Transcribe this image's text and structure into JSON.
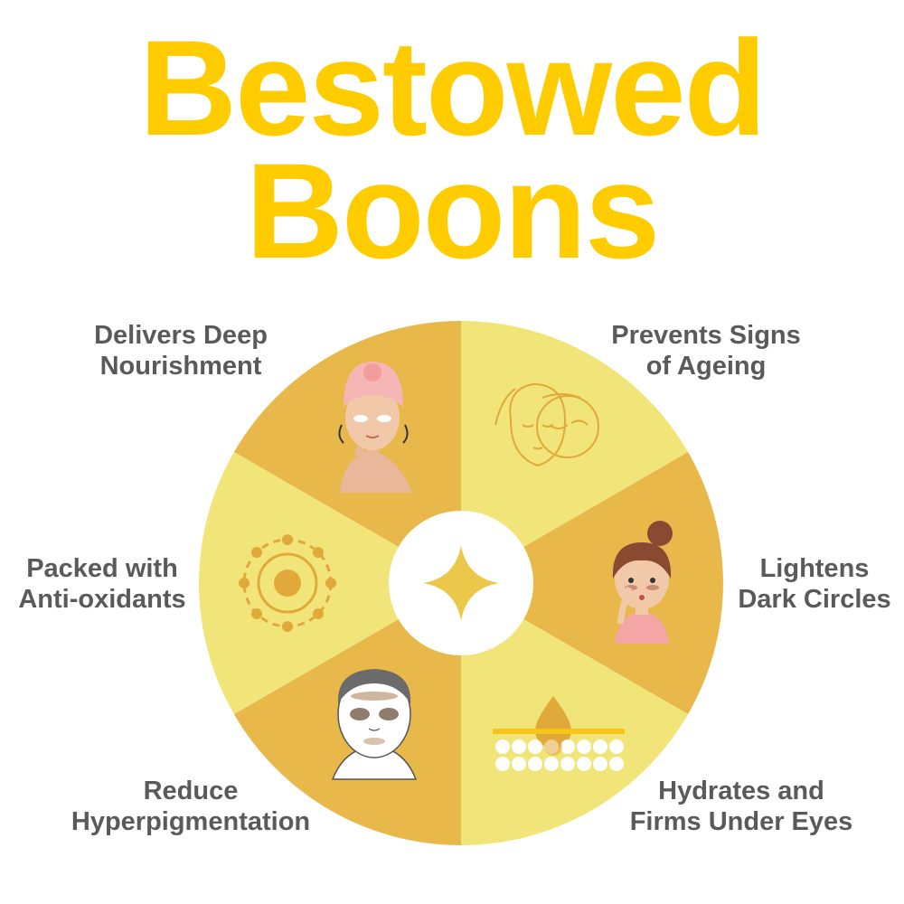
{
  "title": {
    "line1": "Bestowed",
    "line2": "Boons"
  },
  "colors": {
    "title": "#ffcc00",
    "dark_segment": "#e8b84a",
    "light_segment": "#f1e57a",
    "icon": "#e0a93a",
    "label": "#5a5a5a"
  },
  "benefits": [
    {
      "line1": "Delivers Deep",
      "line2": "Nourishment",
      "icon": "towel-face-mask-icon"
    },
    {
      "line1": "Prevents Signs",
      "line2": "of Ageing",
      "icon": "ageing-face-icon"
    },
    {
      "line1": "Packed with",
      "line2": "Anti-oxidants",
      "icon": "molecule-icon"
    },
    {
      "line1": "Lightens",
      "line2": "Dark Circles",
      "icon": "dark-circles-girl-icon"
    },
    {
      "line1": "Reduce",
      "line2": "Hyperpigmentation",
      "icon": "pigmented-face-icon"
    },
    {
      "line1": "Hydrates and",
      "line2": "Firms Under Eyes",
      "icon": "hydration-droplet-icon"
    }
  ],
  "center_icon": "sparkle-icon"
}
